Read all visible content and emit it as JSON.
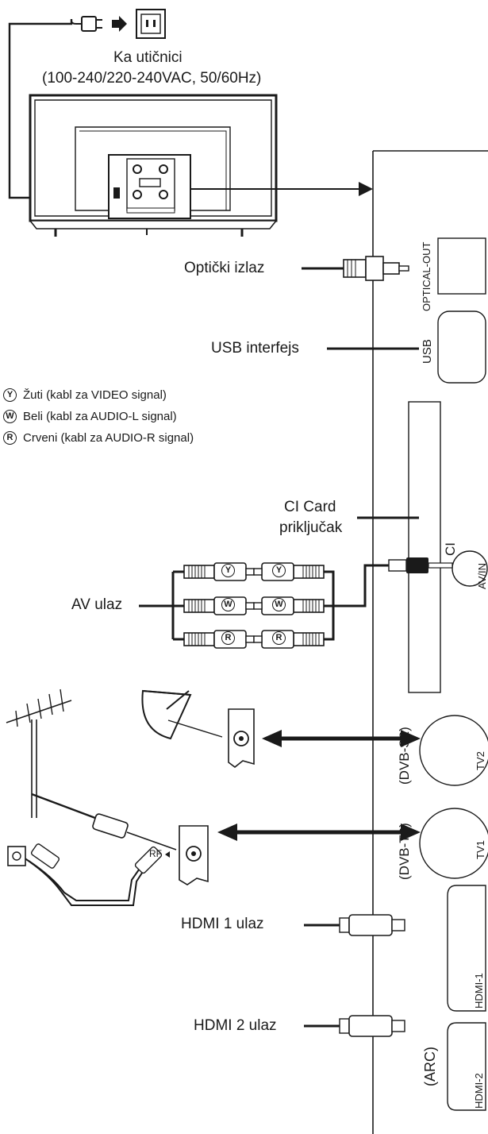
{
  "power": {
    "line1": "Ka utičnici",
    "line2": "(100-240/220-240VAC, 50/60Hz)"
  },
  "labels": {
    "optical": "Optički izlaz",
    "usb": "USB interfejs",
    "ci_card_line1": "CI Card",
    "ci_card_line2": "priključak",
    "av_in": "AV ulaz",
    "hdmi1": "HDMI 1 ulaz",
    "hdmi2": "HDMI 2 ulaz",
    "rf": "RF"
  },
  "legend": [
    {
      "badge": "Y",
      "text": "Žuti (kabl za VIDEO signal)"
    },
    {
      "badge": "W",
      "text": "Beli (kabl za AUDIO-L signal)"
    },
    {
      "badge": "R",
      "text": "Crveni (kabl za AUDIO-R signal)"
    }
  ],
  "panel": {
    "optical_out": "OPTICAL-OUT",
    "usb": "USB",
    "ci": "CI",
    "av_in": "AV/IN",
    "dvb_s2": "(DVB-S2)",
    "tv2": "TV2",
    "dvb_t2": "(DVB-T2)",
    "tv1": "TV1",
    "hdmi_1": "HDMI-1",
    "arc": "(ARC)",
    "hdmi_2": "HDMI-2"
  },
  "plugs": {
    "y": "Y",
    "w": "W",
    "r": "R"
  },
  "colors": {
    "ink": "#1a1a1a",
    "panel": "#ffffff"
  }
}
